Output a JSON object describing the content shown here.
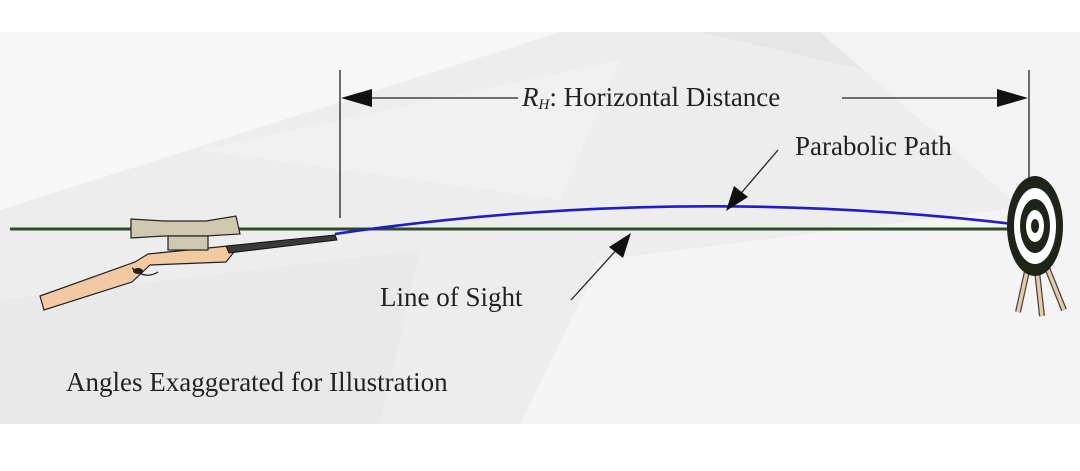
{
  "labels": {
    "distance_symbol": "R",
    "distance_subscript": "H",
    "distance_text": ": Horizontal Distance",
    "parabolic_path": "Parabolic Path",
    "line_of_sight": "Line of Sight",
    "caption": "Angles Exaggerated for Illustration"
  },
  "colors": {
    "background_texture": "#ededed",
    "line_of_sight": "#2f4a2a",
    "parabolic_path": "#1e1ec8",
    "rifle_stock": "#f3c9a3",
    "scope": "#cdc8ae",
    "barrel": "#3a3a3a",
    "target_dark": "#1f2418",
    "target_light": "#ffffff",
    "target_legs": "#e6caa4"
  },
  "icons": {
    "rifle": "rifle-icon",
    "target": "archery-target-icon"
  }
}
